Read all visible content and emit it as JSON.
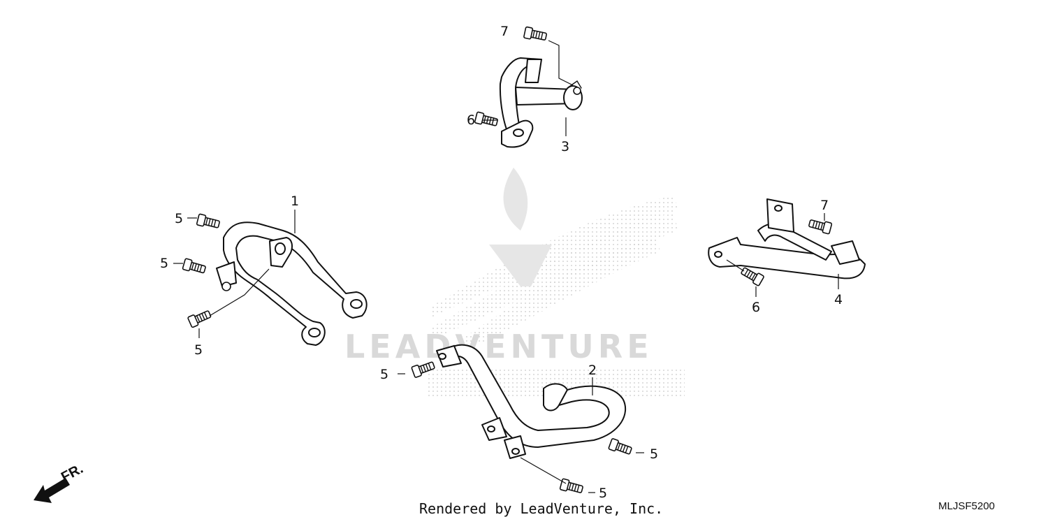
{
  "footer": {
    "credit": "Rendered by LeadVenture, Inc.",
    "code": "MLJSF5200"
  },
  "watermark": {
    "text": "LEADVENTURE",
    "color": "#d9d9d9"
  },
  "direction": {
    "label": "FR.",
    "icon": "arrow-front-icon"
  },
  "callouts": {
    "c1": "1",
    "c2": "2",
    "c3": "3",
    "c4": "4",
    "c5a": "5",
    "c5b": "5",
    "c5c": "5",
    "c5d": "5",
    "c5e": "5",
    "c5f": "5",
    "c6a": "6",
    "c6b": "6",
    "c7a": "7",
    "c7b": "7"
  }
}
